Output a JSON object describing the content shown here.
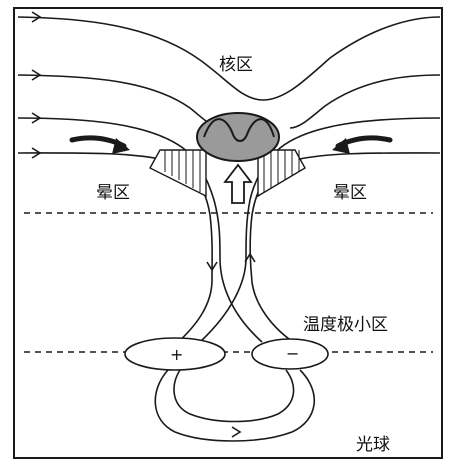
{
  "labels": {
    "core": "核区",
    "penumbra_left": "晕区",
    "penumbra_right": "晕区",
    "temperature_minimum": "温度极小区",
    "photosphere": "光球",
    "plus_sign": "+",
    "minus_sign": "−"
  },
  "colors": {
    "line": "#1a1a1a",
    "core_fill": "#9a9a9a",
    "background": "#ffffff"
  }
}
